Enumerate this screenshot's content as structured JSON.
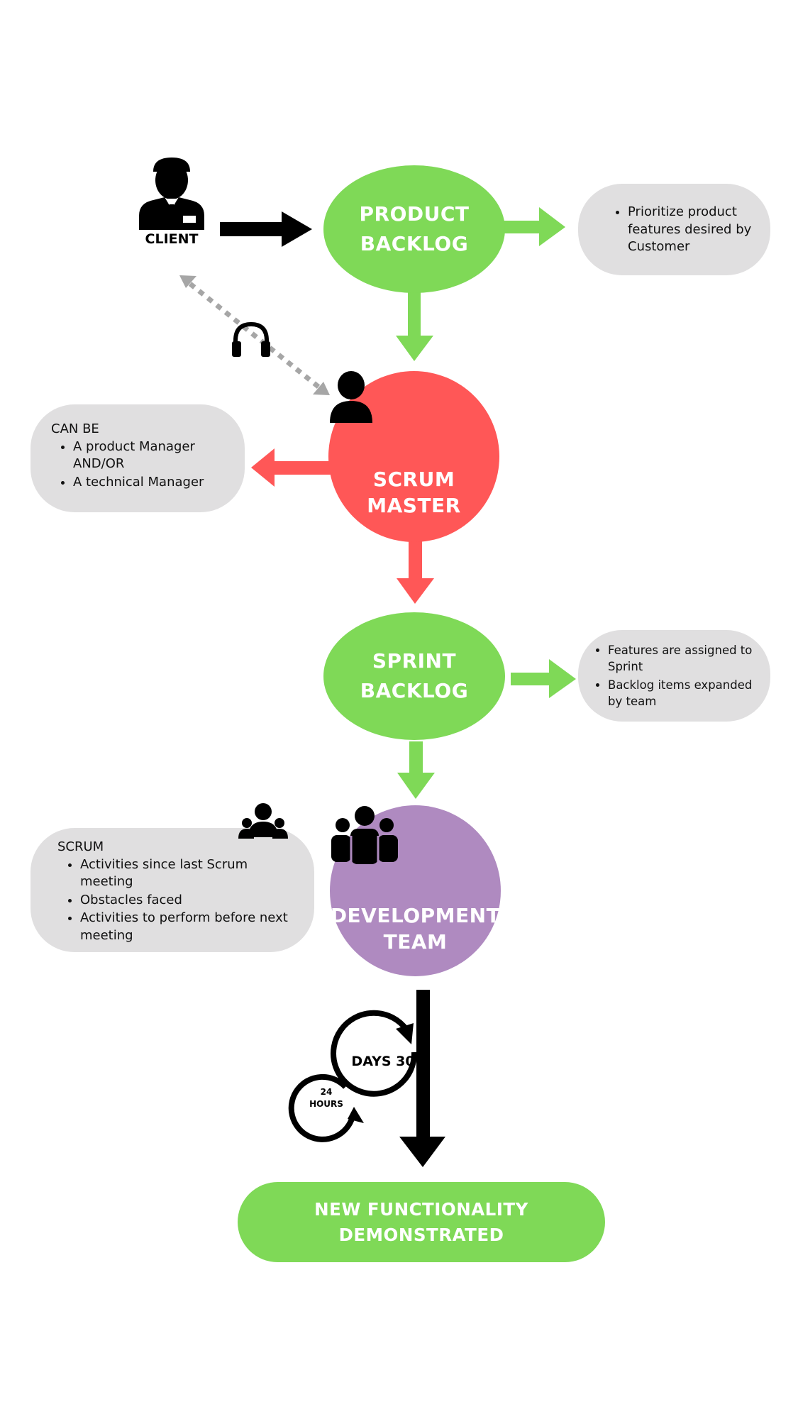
{
  "colors": {
    "green": "#7fd957",
    "red": "#ff5757",
    "purple": "#af8ac0",
    "note_bg": "#e0dfe0",
    "black": "#000000",
    "dotted_gray": "#a6a6a6"
  },
  "client": {
    "label": "CLIENT",
    "icon": "businessman-icon"
  },
  "product_backlog": {
    "line1": "PRODUCT",
    "line2": "BACKLOG",
    "note_items": [
      "Prioritize product features desired by Customer"
    ]
  },
  "headphones": {
    "icon": "headphones-icon"
  },
  "scrum_master": {
    "line1": "SCRUM",
    "line2": "MASTER",
    "icon": "person-icon",
    "note_heading": "CAN BE",
    "note_items": [
      "A product Manager AND/OR",
      "A technical Manager"
    ]
  },
  "sprint_backlog": {
    "line1": "SPRINT",
    "line2": "BACKLOG",
    "note_items": [
      "Features are assigned to Sprint",
      "Backlog items expanded by team"
    ]
  },
  "development_team": {
    "line1": "DEVELOPMENT",
    "line2": "TEAM",
    "icon": "team-icon",
    "note_icon": "meeting-group-icon",
    "note_heading": "SCRUM",
    "note_items": [
      "Activities since last Scrum meeting",
      "Obstacles faced",
      "Activities to perform before next meeting"
    ]
  },
  "cycles": {
    "big_label": "DAYS 30",
    "small_label_line1": "24",
    "small_label_line2": "HOURS"
  },
  "result": {
    "line1": "NEW FUNCTIONALITY",
    "line2": "DEMONSTRATED"
  }
}
